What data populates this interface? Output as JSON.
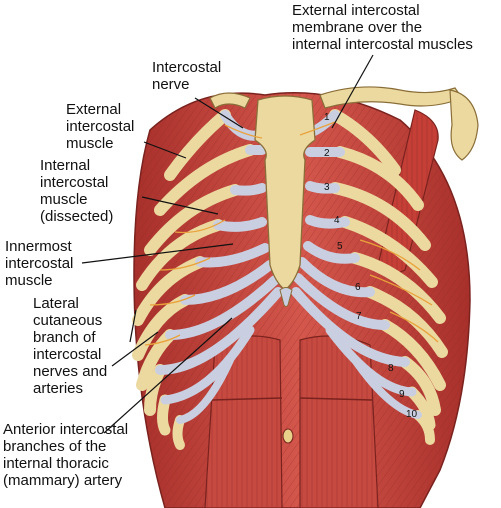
{
  "labels": {
    "external_membrane": "External intercostal\nmembrane over the\ninternal intercostal muscles",
    "intercostal_nerve": "Intercostal\nnerve",
    "external_muscle": "External\nintercostal\nmuscle",
    "internal_muscle": "Internal\nintercostal\nmuscle\n(dissected)",
    "innermost_muscle": "Innermost\nintercostal\nmuscle",
    "lateral_branch": "Lateral\ncutaneous\nbranch of\nintercostal\nnerves and\narteries",
    "anterior_branches": "Anterior intercostal\nbranches of the\ninternal thoracic\n(mammary) artery"
  },
  "rib_numbers": [
    "1",
    "2",
    "3",
    "4",
    "5",
    "6",
    "7",
    "8",
    "9",
    "10"
  ],
  "colors": {
    "muscle": "#c8433b",
    "muscle_dark": "#8f2a25",
    "bone": "#ecd9a0",
    "cartilage": "#c9cfe0",
    "leader": "#111111"
  }
}
